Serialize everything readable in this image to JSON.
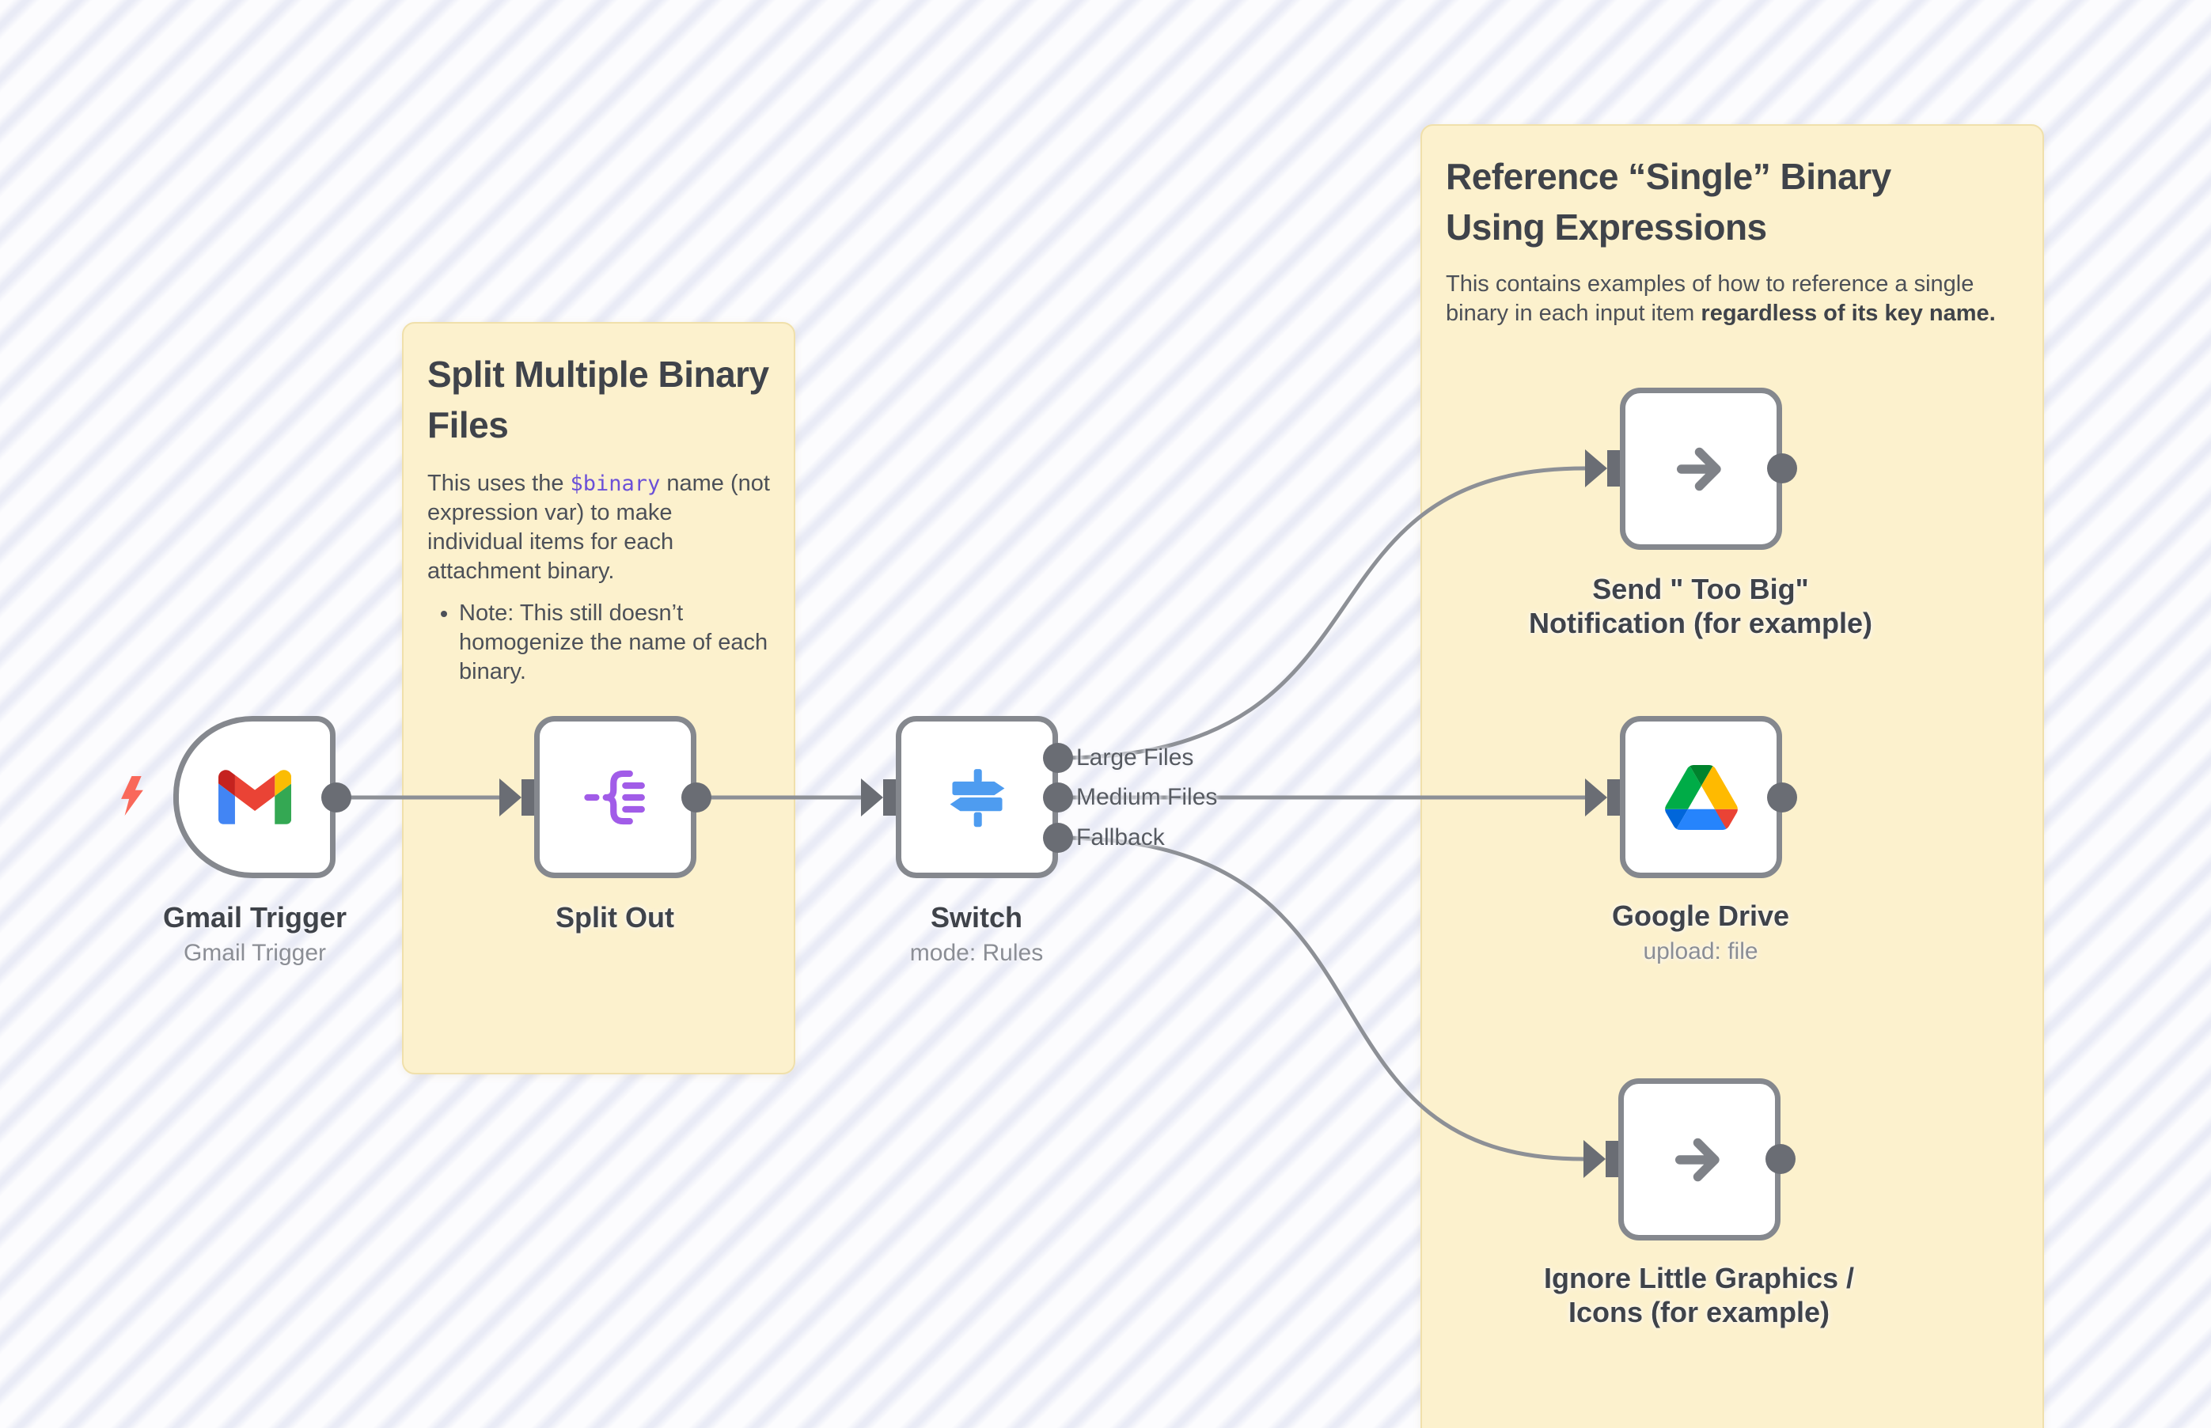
{
  "app": "n8n-workflow-canvas",
  "colors": {
    "canvas_stripe_light": "#fcfcfe",
    "canvas_stripe_dark": "#e9ebf6",
    "sticky_background": "#fcf1cd",
    "sticky_border": "#f0e0ab",
    "node_border": "#85888e",
    "connector_gray": "#8d9096",
    "port_gray": "#6a6d74",
    "node_title_color": "#3f434a",
    "node_subtitle_color": "#8b8e95",
    "code_purple": "#6b50d8",
    "split_out_icon_purple": "#a15ce8",
    "switch_icon_blue": "#4e9cf0",
    "noop_arrow_gray": "#7f8288",
    "trigger_bolt_red": "#f9685a"
  },
  "stickies": [
    {
      "title_lines": [
        "Split Multiple Binary",
        "Files"
      ],
      "body_prefix": "This uses the ",
      "body_code": "$binary",
      "body_suffix": " name (not expression var) to make individual items for each attachment binary.",
      "bullets": [
        "Note: This still doesn’t homogenize the name of each binary."
      ]
    },
    {
      "title_lines": [
        "Reference “Single” Binary",
        "Using Expressions"
      ],
      "body_prefix": "This contains examples of how to reference a single binary in each input item ",
      "body_bold": "regardless of its key name."
    }
  ],
  "nodes": [
    {
      "title_lines": [
        "Gmail Trigger"
      ],
      "subtitle": "Gmail Trigger"
    },
    {
      "title_lines": [
        "Split Out"
      ],
      "subtitle": ""
    },
    {
      "title_lines": [
        "Switch"
      ],
      "subtitle": "mode: Rules",
      "outputs": [
        "Large Files",
        "Medium Files",
        "Fallback"
      ]
    },
    {
      "title_lines": [
        "Send \" Too Big\"",
        "Notification (for example)"
      ],
      "subtitle": ""
    },
    {
      "title_lines": [
        "Google Drive"
      ],
      "subtitle": "upload: file"
    },
    {
      "title_lines": [
        "Ignore Little Graphics /",
        "Icons (for example)"
      ],
      "subtitle": ""
    }
  ]
}
